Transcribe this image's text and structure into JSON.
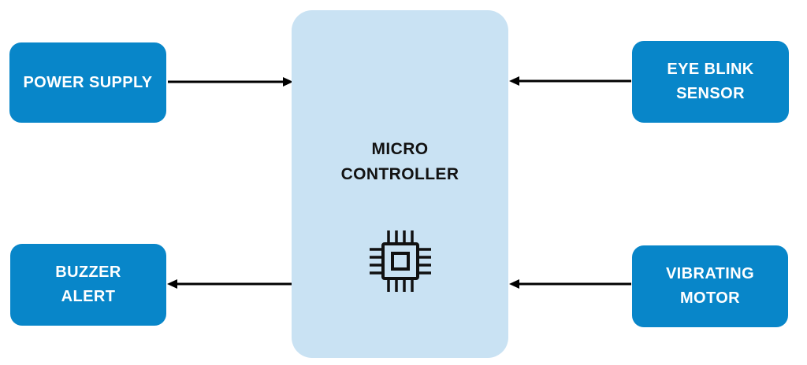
{
  "diagram": {
    "background": "#ffffff",
    "arrow_color": "#000000",
    "center": {
      "id": "micro-controller",
      "label": "MICRO\nCONTROLLER",
      "fill": "#c9e2f3",
      "text_color": "#121212",
      "icon": "chip-icon"
    },
    "node_style": {
      "fill": "#0886c9",
      "text_color": "#ffffff"
    },
    "nodes": [
      {
        "id": "power-supply",
        "label": "POWER SUPPLY",
        "position": "top-left"
      },
      {
        "id": "eye-blink-sensor",
        "label": "EYE BLINK\nSENSOR",
        "position": "top-right"
      },
      {
        "id": "buzzer-alert",
        "label": "BUZZER\nALERT",
        "position": "bottom-left"
      },
      {
        "id": "vibrating-motor",
        "label": "VIBRATING\nMOTOR",
        "position": "bottom-right"
      }
    ],
    "connections": [
      {
        "from": "power-supply",
        "to": "micro-controller",
        "arrowhead": "at-micro-controller"
      },
      {
        "from": "eye-blink-sensor",
        "to": "micro-controller",
        "arrowhead": "at-micro-controller"
      },
      {
        "from": "micro-controller",
        "to": "buzzer-alert",
        "arrowhead": "at-buzzer-alert"
      },
      {
        "from": "vibrating-motor",
        "to": "micro-controller",
        "arrowhead": "at-micro-controller"
      }
    ]
  }
}
